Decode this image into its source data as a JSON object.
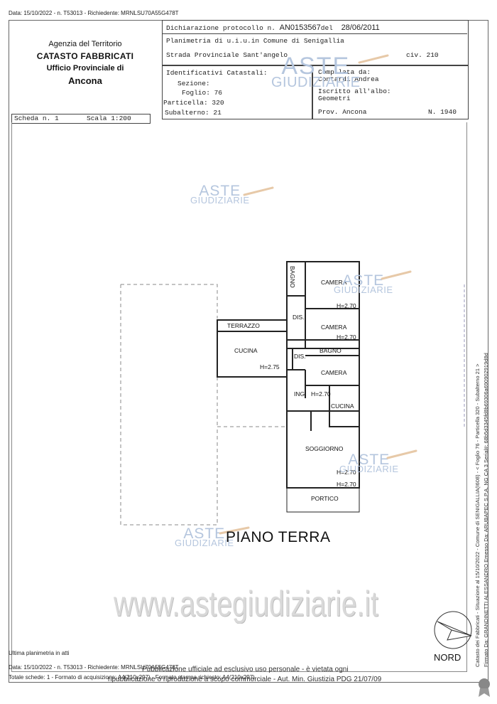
{
  "top_meta": "Data: 15/10/2022 - n. T53013 - Richiedente: MRNLSU70A55G478T",
  "office": {
    "agency": "Agenzia del Territorio",
    "catasto": "CATASTO FABBRICATI",
    "ufficio": "Ufficio Provinciale di",
    "city": "Ancona"
  },
  "protocol": {
    "label": "Dichiarazione protocollo n.",
    "number": "AN0153567",
    "del": "del",
    "date": "28/06/2011",
    "planimetria": "Planimetria di u.i.u.in Comune di Senigallia",
    "street": "Strada Provinciale Sant'angelo",
    "civ": "civ. 210"
  },
  "catastal": {
    "title": "Identificativi Catastali:",
    "sezione": "Sezione:",
    "foglio": "Foglio: 76",
    "particella": "Particella: 320",
    "subalterno": "Subalterno: 21"
  },
  "compilata": {
    "label": "Compilata da:",
    "name": "Contardi Andrea",
    "iscritto": "Iscritto all'albo:",
    "albo": "Geometri",
    "prov": "Prov. Ancona",
    "n": "N.  1940"
  },
  "scheda": {
    "number": "Scheda n. 1",
    "scala": "Scala 1:200"
  },
  "watermark": {
    "title": "ASTE",
    "sub": "GIUDIZIARIE",
    "site": "www.astegiudiziarie.it"
  },
  "rooms": {
    "bagno_v": "BAGNO",
    "camera1": "CAMERA",
    "h_camera1": "H=2.70",
    "dis1": "DIS.",
    "camera2": "CAMERA",
    "h_camera2": "H=2.70",
    "terrazzo": "TERRAZZO",
    "cucina1": "CUCINA",
    "h_cucina1": "H=2.75",
    "dis2": "DIS.",
    "bagno": "BAGNO",
    "camera3": "CAMERA",
    "ing": "ING.",
    "h_ing": "H=2.70",
    "cucina2": "CUCINA",
    "soggiorno": "SOGGIORNO",
    "h_soggiorno1": "H=2.70",
    "h_soggiorno2": "H=2.70",
    "portico": "PORTICO"
  },
  "plan_title": "PIANO TERRA",
  "nord": "NORD",
  "footer": {
    "ultima": "Ultima planimetria in atti",
    "data": "Data: 15/10/2022 - n. T53013 - Richiedente: MRNLSU70A55G478T",
    "totale": "Totale schede: 1 - Formato di acquisizione: A4(210x297) - Formato stampa richiesto: A4(210x297)",
    "pub1": "Pubblicazione ufficiale ad esclusivo uso personale - è vietata ogni",
    "pub2": "ripubblicazione o riproduzione a scopo commerciale - Aut. Min. Giustizia PDG 21/07/09"
  },
  "side": {
    "text1": "Catasto dei Fabbricati - Situazione al 15/10/2022 - Comune di SENIGALLIA(I608) - < Foglio 76 - Particella 320 - Subalterno 21 >",
    "text2": "Firmato Da: GRANDINETTI ALESSANDRO Emesso Da: ARUBAPEC S.P.A. NG CA 3 Serial#: 68b5d3345fd8b69306a690902919d8d"
  }
}
